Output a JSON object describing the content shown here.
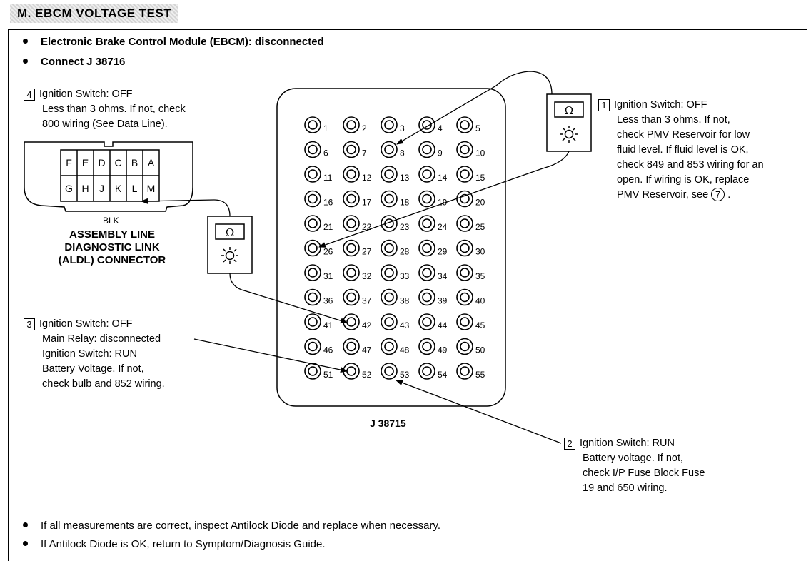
{
  "title": "M. EBCM VOLTAGE TEST",
  "bullets_top": [
    "Electronic Brake Control Module (EBCM):  disconnected",
    "Connect J 38716"
  ],
  "steps": {
    "s4": {
      "num": "4",
      "lines": [
        "Ignition Switch: OFF",
        "Less than 3 ohms. If not, check",
        "800 wiring (See Data Line)."
      ]
    },
    "s1": {
      "num": "1",
      "lines": [
        "Ignition Switch: OFF",
        "Less than 3 ohms. If not,",
        "check PMV Reservoir for low",
        "fluid level. If fluid level is OK,",
        "check 849 and 853 wiring for an",
        "open. If wiring is OK, replace",
        "PMV Reservoir, see"
      ],
      "ref": "7"
    },
    "s3": {
      "num": "3",
      "lines": [
        "Ignition Switch: OFF",
        "Main Relay: disconnected",
        "Ignition Switch: RUN",
        "Battery Voltage. If not,",
        "check bulb and 852 wiring."
      ]
    },
    "s2": {
      "num": "2",
      "lines": [
        "Ignition Switch: RUN",
        "Battery voltage. If not,",
        "check I/P Fuse Block Fuse",
        "19 and 650 wiring."
      ]
    }
  },
  "aldl": {
    "top_pins": [
      "F",
      "E",
      "D",
      "C",
      "B",
      "A"
    ],
    "bottom_pins": [
      "G",
      "H",
      "J",
      "K",
      "L",
      "M"
    ],
    "color": "BLK",
    "caption": [
      "ASSEMBLY LINE",
      "DIAGNOSTIC LINK",
      "(ALDL) CONNECTOR"
    ]
  },
  "meter_symbol": "Ω",
  "breakout_box": {
    "label": "J 38715",
    "pins": [
      "1",
      "2",
      "3",
      "4",
      "5",
      "6",
      "7",
      "8",
      "9",
      "10",
      "11",
      "12",
      "13",
      "14",
      "15",
      "16",
      "17",
      "18",
      "19",
      "20",
      "21",
      "22",
      "23",
      "24",
      "25",
      "26",
      "27",
      "28",
      "29",
      "30",
      "31",
      "32",
      "33",
      "34",
      "35",
      "36",
      "37",
      "38",
      "39",
      "40",
      "41",
      "42",
      "43",
      "44",
      "45",
      "46",
      "47",
      "48",
      "49",
      "50",
      "51",
      "52",
      "53",
      "54",
      "55"
    ]
  },
  "bullets_bottom": [
    "If all measurements are correct, inspect Antilock Diode and replace when necessary.",
    "If Antilock Diode is OK, return to Symptom/Diagnosis Guide."
  ]
}
